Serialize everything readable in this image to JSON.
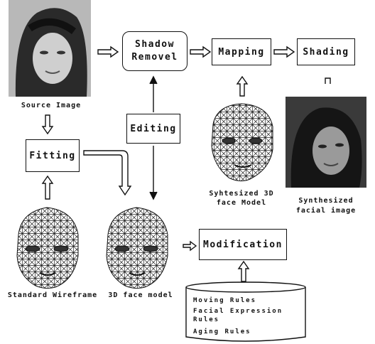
{
  "boxes": {
    "shadow_removal": "Shadow\nRemovel",
    "mapping": "Mapping",
    "shading": "Shading",
    "editing": "Editing",
    "fitting": "Fitting",
    "modification": "Modification"
  },
  "labels": {
    "source_image": "Source Image",
    "synthesized_model": "Syhtesized 3D\nface Model",
    "synthesized_image": "Synthesized\nfacial image",
    "standard_wireframe": "Standard Wireframe",
    "face_model": "3D face model"
  },
  "rules": {
    "moving": "Moving Rules",
    "expression": "Facial Expression\nRules",
    "aging": "Aging Rules"
  }
}
